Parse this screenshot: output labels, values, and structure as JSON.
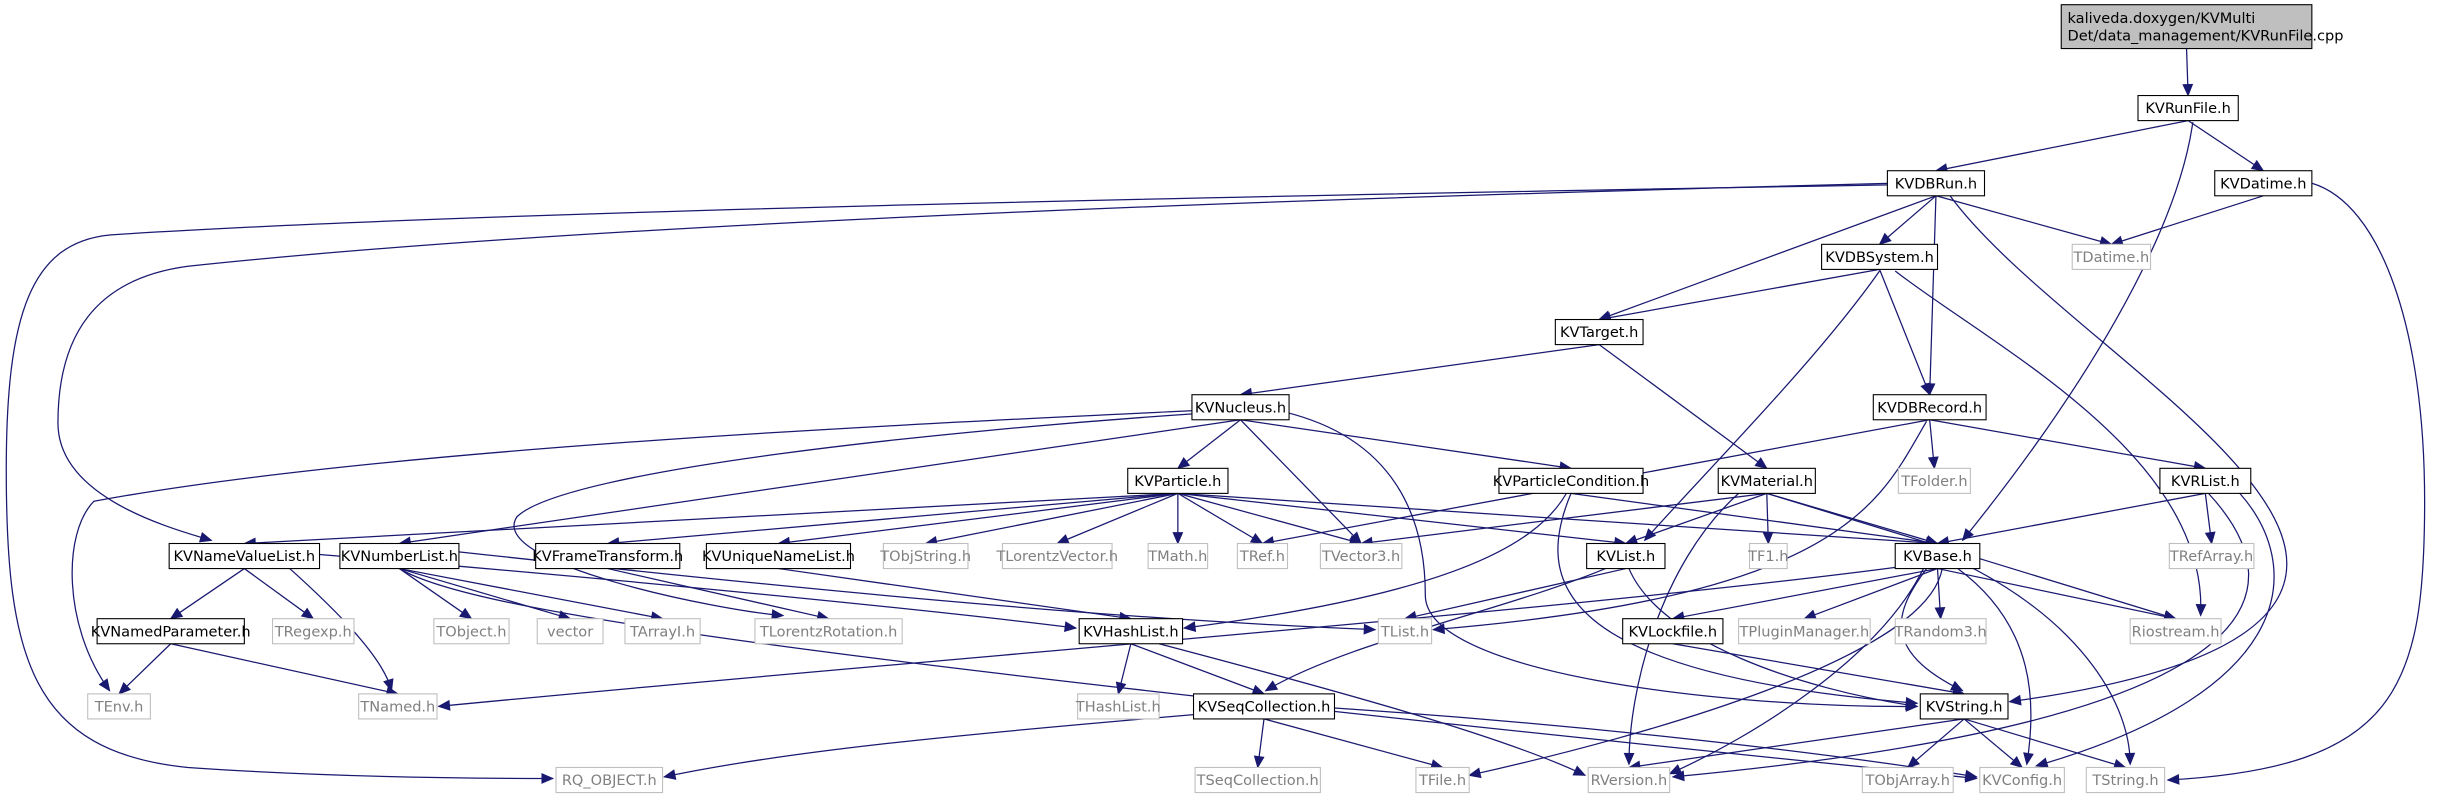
{
  "colors": {
    "edge": "#191970",
    "root_fill": "#bfbfbf",
    "root_stroke": "#000000",
    "documented_stroke": "#000000",
    "undocumented_stroke": "#bfbfbf",
    "undocumented_text": "#808080",
    "node_fill": "#ffffff"
  },
  "nodes": [
    {
      "id": "root",
      "lines": [
        "kaliveda.doxygen/KVMulti",
        "Det/data_management/KVRunFile.cpp"
      ],
      "kind": "root"
    },
    {
      "id": "KVRunFile",
      "lines": [
        "KVRunFile.h"
      ],
      "kind": "doc"
    },
    {
      "id": "KVDBRun",
      "lines": [
        "KVDBRun.h"
      ],
      "kind": "doc"
    },
    {
      "id": "KVDatime",
      "lines": [
        "KVDatime.h"
      ],
      "kind": "doc"
    },
    {
      "id": "KVDBSystem",
      "lines": [
        "KVDBSystem.h"
      ],
      "kind": "doc"
    },
    {
      "id": "TDatime",
      "lines": [
        "TDatime.h"
      ],
      "kind": "ext"
    },
    {
      "id": "KVTarget",
      "lines": [
        "KVTarget.h"
      ],
      "kind": "doc"
    },
    {
      "id": "KVDBRecord",
      "lines": [
        "KVDBRecord.h"
      ],
      "kind": "doc"
    },
    {
      "id": "KVNucleus",
      "lines": [
        "KVNucleus.h"
      ],
      "kind": "doc"
    },
    {
      "id": "TFolder",
      "lines": [
        "TFolder.h"
      ],
      "kind": "ext"
    },
    {
      "id": "KVRList",
      "lines": [
        "KVRList.h"
      ],
      "kind": "doc"
    },
    {
      "id": "KVParticle",
      "lines": [
        "KVParticle.h"
      ],
      "kind": "doc"
    },
    {
      "id": "KVParticleCondition",
      "lines": [
        "KVParticleCondition.h"
      ],
      "kind": "doc"
    },
    {
      "id": "KVMaterial",
      "lines": [
        "KVMaterial.h"
      ],
      "kind": "doc"
    },
    {
      "id": "KVNameValueList",
      "lines": [
        "KVNameValueList.h"
      ],
      "kind": "doc"
    },
    {
      "id": "KVNumberList",
      "lines": [
        "KVNumberList.h"
      ],
      "kind": "doc"
    },
    {
      "id": "KVFrameTransform",
      "lines": [
        "KVFrameTransform.h"
      ],
      "kind": "doc"
    },
    {
      "id": "KVUniqueNameList",
      "lines": [
        "KVUniqueNameList.h"
      ],
      "kind": "doc"
    },
    {
      "id": "TObjString",
      "lines": [
        "TObjString.h"
      ],
      "kind": "ext"
    },
    {
      "id": "TLorentzVector",
      "lines": [
        "TLorentzVector.h"
      ],
      "kind": "ext"
    },
    {
      "id": "TMath",
      "lines": [
        "TMath.h"
      ],
      "kind": "ext"
    },
    {
      "id": "TRef",
      "lines": [
        "TRef.h"
      ],
      "kind": "ext"
    },
    {
      "id": "TVector3",
      "lines": [
        "TVector3.h"
      ],
      "kind": "ext"
    },
    {
      "id": "KVList",
      "lines": [
        "KVList.h"
      ],
      "kind": "doc"
    },
    {
      "id": "TF1",
      "lines": [
        "TF1.h"
      ],
      "kind": "ext"
    },
    {
      "id": "KVBase",
      "lines": [
        "KVBase.h"
      ],
      "kind": "doc"
    },
    {
      "id": "TRefArray",
      "lines": [
        "TRefArray.h"
      ],
      "kind": "ext"
    },
    {
      "id": "KVNamedParameter",
      "lines": [
        "KVNamedParameter.h"
      ],
      "kind": "doc"
    },
    {
      "id": "TRegexp",
      "lines": [
        "TRegexp.h"
      ],
      "kind": "ext"
    },
    {
      "id": "TObject",
      "lines": [
        "TObject.h"
      ],
      "kind": "ext"
    },
    {
      "id": "vector",
      "lines": [
        "vector"
      ],
      "kind": "ext"
    },
    {
      "id": "TArrayI",
      "lines": [
        "TArrayI.h"
      ],
      "kind": "ext"
    },
    {
      "id": "TLorentzRotation",
      "lines": [
        "TLorentzRotation.h"
      ],
      "kind": "ext"
    },
    {
      "id": "KVHashList",
      "lines": [
        "KVHashList.h"
      ],
      "kind": "doc"
    },
    {
      "id": "TList",
      "lines": [
        "TList.h"
      ],
      "kind": "ext"
    },
    {
      "id": "KVLockfile",
      "lines": [
        "KVLockfile.h"
      ],
      "kind": "doc"
    },
    {
      "id": "TPluginManager",
      "lines": [
        "TPluginManager.h"
      ],
      "kind": "ext"
    },
    {
      "id": "TRandom3",
      "lines": [
        "TRandom3.h"
      ],
      "kind": "ext"
    },
    {
      "id": "Riostream",
      "lines": [
        "Riostream.h"
      ],
      "kind": "ext"
    },
    {
      "id": "TEnv",
      "lines": [
        "TEnv.h"
      ],
      "kind": "ext"
    },
    {
      "id": "TNamed",
      "lines": [
        "TNamed.h"
      ],
      "kind": "ext"
    },
    {
      "id": "THashList",
      "lines": [
        "THashList.h"
      ],
      "kind": "ext"
    },
    {
      "id": "KVSeqCollection",
      "lines": [
        "KVSeqCollection.h"
      ],
      "kind": "doc"
    },
    {
      "id": "KVString",
      "lines": [
        "KVString.h"
      ],
      "kind": "doc"
    },
    {
      "id": "RQ_OBJECT",
      "lines": [
        "RQ_OBJECT.h"
      ],
      "kind": "ext"
    },
    {
      "id": "TSeqCollection",
      "lines": [
        "TSeqCollection.h"
      ],
      "kind": "ext"
    },
    {
      "id": "TFile",
      "lines": [
        "TFile.h"
      ],
      "kind": "ext"
    },
    {
      "id": "RVersion",
      "lines": [
        "RVersion.h"
      ],
      "kind": "ext"
    },
    {
      "id": "TObjArray",
      "lines": [
        "TObjArray.h"
      ],
      "kind": "ext"
    },
    {
      "id": "KVConfig",
      "lines": [
        "KVConfig.h"
      ],
      "kind": "ext"
    },
    {
      "id": "TString",
      "lines": [
        "TString.h"
      ],
      "kind": "ext"
    }
  ],
  "edges": [
    [
      "root",
      "KVRunFile"
    ],
    [
      "KVRunFile",
      "KVDBRun"
    ],
    [
      "KVRunFile",
      "KVDatime"
    ],
    [
      "KVRunFile",
      "KVBase"
    ],
    [
      "KVDBRun",
      "KVNameValueList"
    ],
    [
      "KVDBRun",
      "RQ_OBJECT"
    ],
    [
      "KVDBRun",
      "KVTarget"
    ],
    [
      "KVDBRun",
      "KVDBSystem"
    ],
    [
      "KVDBRun",
      "TDatime"
    ],
    [
      "KVDBRun",
      "KVDBRecord"
    ],
    [
      "KVDBRun",
      "KVString"
    ],
    [
      "KVDatime",
      "TDatime"
    ],
    [
      "KVDatime",
      "TString"
    ],
    [
      "KVDBSystem",
      "KVTarget"
    ],
    [
      "KVDBSystem",
      "KVDBRecord"
    ],
    [
      "KVDBSystem",
      "KVList"
    ],
    [
      "KVDBSystem",
      "Riostream"
    ],
    [
      "KVTarget",
      "KVNucleus"
    ],
    [
      "KVTarget",
      "KVMaterial"
    ],
    [
      "KVDBRecord",
      "TRef"
    ],
    [
      "KVDBRecord",
      "TFolder"
    ],
    [
      "KVDBRecord",
      "KVRList"
    ],
    [
      "KVDBRecord",
      "TList"
    ],
    [
      "KVNucleus",
      "KVParticle"
    ],
    [
      "KVNucleus",
      "KVNumberList"
    ],
    [
      "KVNucleus",
      "TEnv"
    ],
    [
      "KVNucleus",
      "TVector3"
    ],
    [
      "KVNucleus",
      "KVParticleCondition"
    ],
    [
      "KVNucleus",
      "KVString"
    ],
    [
      "KVNucleus",
      "TLorentzRotation"
    ],
    [
      "KVRList",
      "KVBase"
    ],
    [
      "KVRList",
      "TRefArray"
    ],
    [
      "KVRList",
      "KVConfig"
    ],
    [
      "KVRList",
      "RVersion"
    ],
    [
      "KVParticle",
      "KVNameValueList"
    ],
    [
      "KVParticle",
      "KVFrameTransform"
    ],
    [
      "KVParticle",
      "KVUniqueNameList"
    ],
    [
      "KVParticle",
      "TObjString"
    ],
    [
      "KVParticle",
      "TLorentzVector"
    ],
    [
      "KVParticle",
      "TMath"
    ],
    [
      "KVParticle",
      "TRef"
    ],
    [
      "KVParticle",
      "TVector3"
    ],
    [
      "KVParticle",
      "KVList"
    ],
    [
      "KVParticle",
      "KVBase"
    ],
    [
      "KVParticleCondition",
      "KVBase"
    ],
    [
      "KVParticleCondition",
      "KVHashList"
    ],
    [
      "KVParticleCondition",
      "KVString"
    ],
    [
      "KVMaterial",
      "TVector3"
    ],
    [
      "KVMaterial",
      "KVList"
    ],
    [
      "KVMaterial",
      "TF1"
    ],
    [
      "KVMaterial",
      "KVBase"
    ],
    [
      "KVMaterial",
      "Riostream"
    ],
    [
      "KVMaterial",
      "RVersion"
    ],
    [
      "KVNameValueList",
      "KVNamedParameter"
    ],
    [
      "KVNameValueList",
      "TRegexp"
    ],
    [
      "KVNameValueList",
      "TNamed"
    ],
    [
      "KVNameValueList",
      "KVHashList"
    ],
    [
      "KVNumberList",
      "TObject"
    ],
    [
      "KVNumberList",
      "vector"
    ],
    [
      "KVNumberList",
      "TArrayI"
    ],
    [
      "KVNumberList",
      "TList"
    ],
    [
      "KVNumberList",
      "KVConfig"
    ],
    [
      "KVFrameTransform",
      "TLorentzRotation"
    ],
    [
      "KVUniqueNameList",
      "KVHashList"
    ],
    [
      "KVList",
      "KVSeqCollection"
    ],
    [
      "KVList",
      "TList"
    ],
    [
      "KVList",
      "KVString"
    ],
    [
      "KVBase",
      "TNamed"
    ],
    [
      "KVBase",
      "KVLockfile"
    ],
    [
      "KVBase",
      "TPluginManager"
    ],
    [
      "KVBase",
      "TRandom3"
    ],
    [
      "KVBase",
      "Riostream"
    ],
    [
      "KVBase",
      "KVString"
    ],
    [
      "KVBase",
      "TString"
    ],
    [
      "KVBase",
      "KVConfig"
    ],
    [
      "KVBase",
      "RVersion"
    ],
    [
      "KVBase",
      "TFile"
    ],
    [
      "KVNamedParameter",
      "TEnv"
    ],
    [
      "KVNamedParameter",
      "TNamed"
    ],
    [
      "KVHashList",
      "THashList"
    ],
    [
      "KVHashList",
      "KVSeqCollection"
    ],
    [
      "KVHashList",
      "RVersion"
    ],
    [
      "KVLockfile",
      "KVString"
    ],
    [
      "KVSeqCollection",
      "RQ_OBJECT"
    ],
    [
      "KVSeqCollection",
      "TSeqCollection"
    ],
    [
      "KVSeqCollection",
      "TFile"
    ],
    [
      "KVSeqCollection",
      "KVConfig"
    ],
    [
      "KVString",
      "RVersion"
    ],
    [
      "KVString",
      "TObjArray"
    ],
    [
      "KVString",
      "KVConfig"
    ],
    [
      "KVString",
      "TString"
    ]
  ]
}
